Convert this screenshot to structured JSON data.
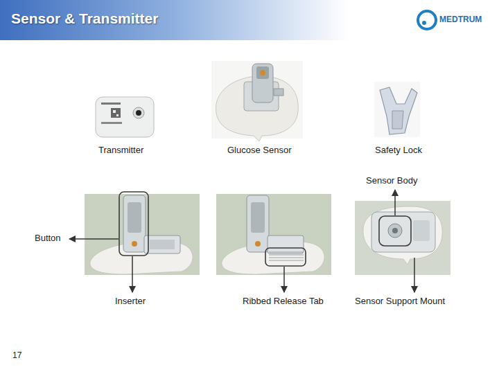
{
  "diagram": {
    "title": "Sensor & Transmitter",
    "labels": [
      "Transmitter",
      "Glucose Sensor",
      "Safety Lock",
      "Sensor Body",
      "Button",
      "Inserter",
      "Ribbed Release Tab",
      "Sensor Support Mount",
      "17",
      "MEDTRUM"
    ]
  }
}
